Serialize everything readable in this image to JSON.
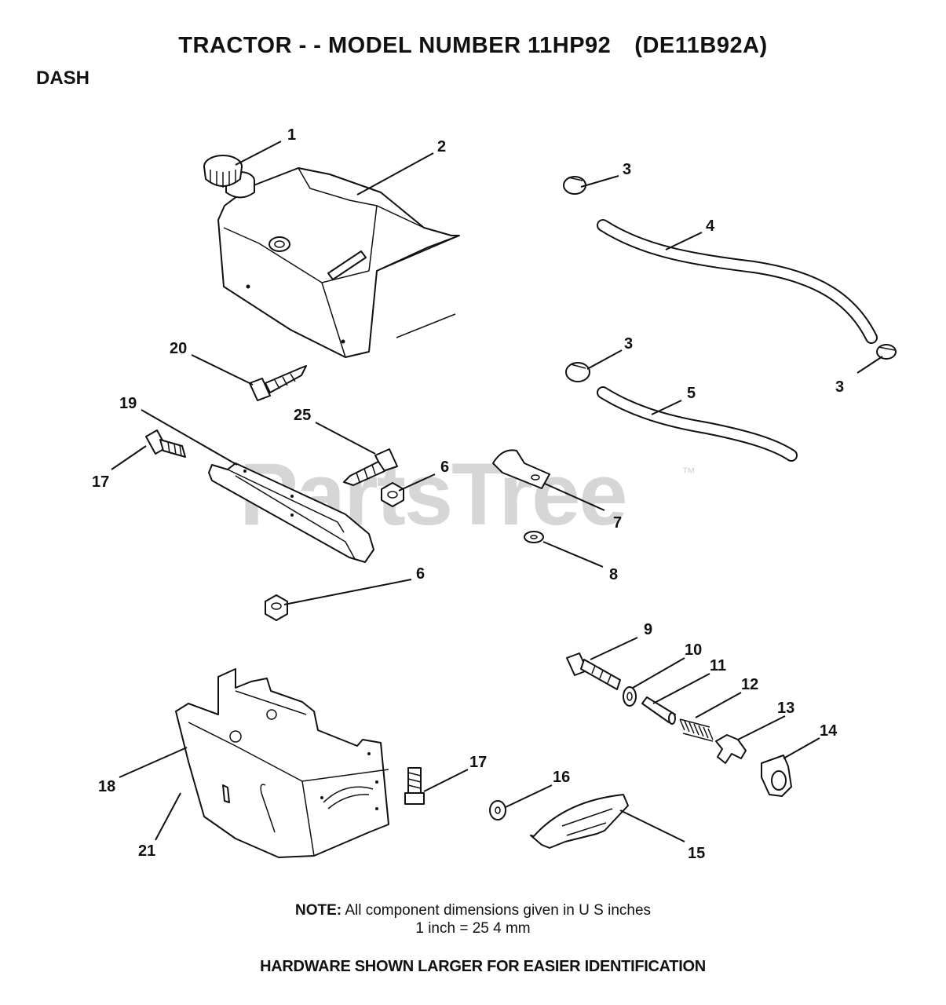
{
  "header": {
    "title": "TRACTOR - - MODEL NUMBER 11HP92",
    "model_code": "(DE11B92A)",
    "section": "DASH"
  },
  "watermark": {
    "text": "PartsTree",
    "mark": "™"
  },
  "callouts": {
    "c1": "1",
    "c2": "2",
    "c3a": "3",
    "c3b": "3",
    "c3c": "3",
    "c4": "4",
    "c5": "5",
    "c6a": "6",
    "c6b": "6",
    "c7": "7",
    "c8": "8",
    "c9": "9",
    "c10": "10",
    "c11": "11",
    "c12": "12",
    "c13": "13",
    "c14": "14",
    "c15": "15",
    "c16": "16",
    "c17a": "17",
    "c17b": "17",
    "c18": "18",
    "c19": "19",
    "c20": "20",
    "c21": "21",
    "c25": "25"
  },
  "note": {
    "label": "NOTE:",
    "line1": "All component dimensions given in U S inches",
    "line2": "1 inch = 25 4 mm"
  },
  "footer": {
    "text": "HARDWARE SHOWN LARGER FOR EASIER IDENTIFICATION"
  }
}
